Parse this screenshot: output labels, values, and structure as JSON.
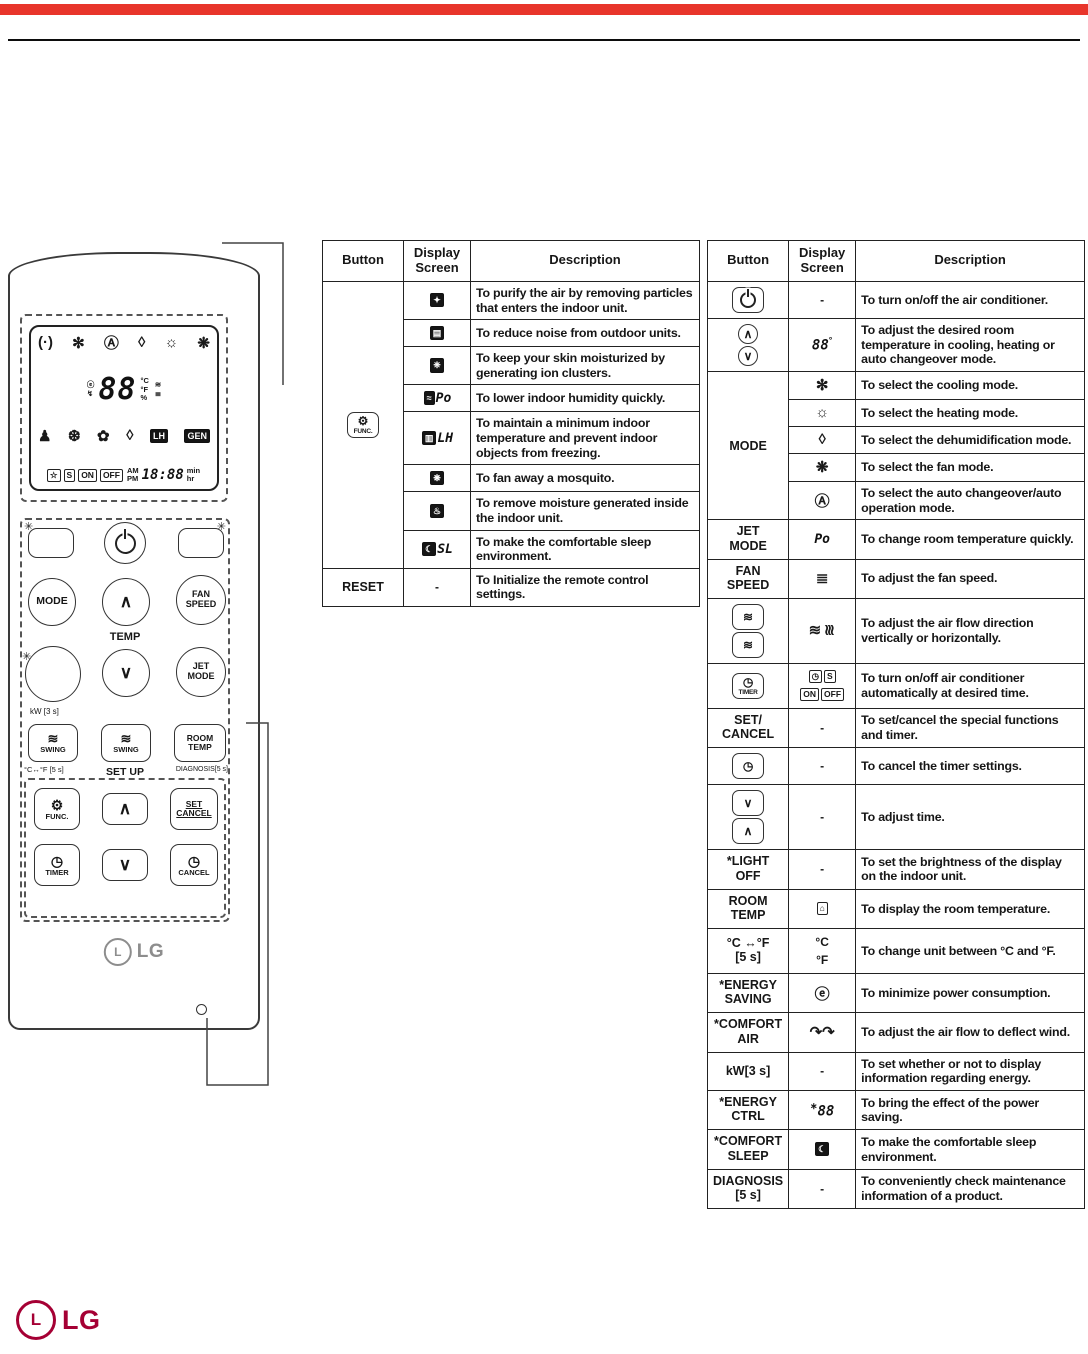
{
  "page": {
    "top_bar_color": "#e8352b",
    "brand_color": "#a50034",
    "logo_text": "LG",
    "logo_mark": "L"
  },
  "remote": {
    "labels": {
      "temp": "TEMP",
      "set_up": "SET UP",
      "kw": "kW [3 s]",
      "cf": "°C↔°F [5 s]",
      "diagnosis": "DIAGNOSIS[5 s]",
      "logo": "LG",
      "logo_mark": "L"
    },
    "keys": {
      "mode": "MODE",
      "fan_speed": "FAN\nSPEED",
      "jet_mode": "JET\nMODE",
      "swing": "SWING",
      "room_temp": "ROOM\nTEMP",
      "func": "FUNC.",
      "set_cancel": "SET\nCANCEL",
      "timer": "TIMER",
      "cancel": "CANCEL",
      "up": "∧",
      "down": "∨",
      "swing_icon": "≋",
      "func_icon": "⚙",
      "clock_icon": "◷",
      "asterisk": "✳"
    },
    "lcd": {
      "row1": [
        {
          "t": "glyph",
          "v": "(·)",
          "n": "air-purifier-icon"
        },
        {
          "t": "glyph",
          "v": "✻",
          "n": "cooling-mode-icon"
        },
        {
          "t": "glyph",
          "v": "Ⓐ",
          "n": "auto-mode-icon"
        },
        {
          "t": "glyph",
          "v": "◊",
          "n": "dehumidify-mode-icon"
        },
        {
          "t": "glyph",
          "v": "☼",
          "n": "heating-mode-icon"
        },
        {
          "t": "glyph",
          "v": "❋",
          "n": "fan-mode-icon"
        }
      ],
      "row2": [
        {
          "t": "stack",
          "v": "ⓔ|↯",
          "n": "energy-icons"
        },
        {
          "t": "segbig",
          "v": "88",
          "n": "temperature-digits"
        },
        {
          "t": "stack",
          "v": "°C|°F|%",
          "n": "unit-icons"
        },
        {
          "t": "stack",
          "v": "≋|≣",
          "n": "fan-level-icons"
        }
      ],
      "row3": [
        {
          "t": "glyph",
          "v": "♟",
          "n": "mosquito-icon"
        },
        {
          "t": "glyph",
          "v": "❆",
          "n": "frost-icon"
        },
        {
          "t": "glyph",
          "v": "✿",
          "n": "ion-icon"
        },
        {
          "t": "glyph",
          "v": "◊",
          "n": "drop-icon"
        },
        {
          "t": "boxdark",
          "v": "LH",
          "n": "lh-indicator"
        },
        {
          "t": "boxdark",
          "v": "GEN",
          "n": "gen-indicator"
        }
      ],
      "row4": [
        {
          "t": "box",
          "v": "☆",
          "n": "star-indicator"
        },
        {
          "t": "box",
          "v": "S",
          "n": "sleep-indicator"
        },
        {
          "t": "box",
          "v": "ON",
          "n": "timer-on-indicator"
        },
        {
          "t": "box",
          "v": "OFF",
          "n": "timer-off-indicator"
        },
        {
          "t": "stack",
          "v": "AM|PM",
          "n": "am-pm-indicator"
        },
        {
          "t": "segmid",
          "v": "18:88",
          "n": "clock-digits"
        },
        {
          "t": "stack",
          "v": "min|hr",
          "n": "min-hr-indicator"
        }
      ]
    }
  },
  "table_left": {
    "headers": [
      "Button",
      "Display\nScreen",
      "Description"
    ],
    "groups": [
      {
        "name": "func-button",
        "button": [
          {
            "t": "key",
            "v": "⚙",
            "sub": "FUNC.",
            "n": "func-gear-icon"
          }
        ],
        "rows": [
          {
            "display": [
              {
                "t": "boxdark",
                "v": "✦",
                "n": "air-purify-icon"
              }
            ],
            "desc": "To purify the air by removing particles that enters the indoor unit."
          },
          {
            "display": [
              {
                "t": "boxdark",
                "v": "▤",
                "n": "quiet-outdoor-icon"
              }
            ],
            "desc": "To reduce noise from outdoor units."
          },
          {
            "display": [
              {
                "t": "boxdark",
                "v": "❈",
                "n": "ion-moisturize-icon"
              }
            ],
            "desc": "To keep your skin moisturized by generating ion clusters."
          },
          {
            "display": [
              {
                "t": "boxdark",
                "v": "≈",
                "n": "dry-icon"
              },
              {
                "t": "seg",
                "v": "Po",
                "n": "po-indicator"
              }
            ],
            "desc": "To lower indoor humidity quickly."
          },
          {
            "display": [
              {
                "t": "boxdark",
                "v": "▥",
                "n": "low-heat-icon"
              },
              {
                "t": "seg",
                "v": "LH",
                "n": "lh-indicator"
              }
            ],
            "desc": "To maintain a minimum indoor temperature and prevent indoor objects from freezing."
          },
          {
            "display": [
              {
                "t": "boxdark",
                "v": "❋",
                "n": "mosquito-away-icon"
              }
            ],
            "desc": "To fan away a mosquito."
          },
          {
            "display": [
              {
                "t": "boxdark",
                "v": "♨",
                "n": "auto-dry-icon"
              }
            ],
            "desc": "To remove moisture generated inside the indoor unit."
          },
          {
            "display": [
              {
                "t": "boxdark",
                "v": "☾",
                "n": "comfort-sleep-icon"
              },
              {
                "t": "seg",
                "v": "SL",
                "n": "sl-indicator"
              }
            ],
            "desc": "To make the comfortable sleep environment."
          }
        ]
      },
      {
        "name": "reset-button",
        "button": [
          {
            "t": "btxt",
            "v": "RESET"
          }
        ],
        "rows": [
          {
            "display": [
              {
                "t": "text",
                "v": "-"
              }
            ],
            "desc": "To Initialize the remote control settings."
          }
        ]
      }
    ]
  },
  "table_right": {
    "headers": [
      "Button",
      "Display\nScreen",
      "Description"
    ],
    "groups": [
      {
        "name": "power-button",
        "button": [
          {
            "t": "keypwr",
            "n": "power-icon"
          }
        ],
        "rows": [
          {
            "display": [
              {
                "t": "text",
                "v": "-"
              }
            ],
            "desc": "To turn on/off the air conditioner."
          }
        ]
      },
      {
        "name": "temp-up-down-buttons",
        "button": [
          {
            "t": "keyr",
            "v": "∧",
            "n": "temp-up-icon"
          },
          {
            "t": "nl"
          },
          {
            "t": "keyr",
            "v": "∨",
            "n": "temp-down-icon"
          }
        ],
        "rows": [
          {
            "display": [
              {
                "t": "segmid",
                "v": "88",
                "n": "temperature-digits"
              },
              {
                "t": "sup",
                "v": "°"
              }
            ],
            "desc": "To adjust the desired room temperature in cooling, heating or auto changeover mode."
          }
        ]
      },
      {
        "name": "mode-button",
        "button": [
          {
            "t": "btxt",
            "v": "MODE"
          }
        ],
        "rows": [
          {
            "display": [
              {
                "t": "glyph",
                "v": "✻",
                "n": "cooling-mode-icon"
              }
            ],
            "desc": "To select the cooling mode."
          },
          {
            "display": [
              {
                "t": "glyph",
                "v": "☼",
                "n": "heating-mode-icon"
              }
            ],
            "desc": "To select the heating mode."
          },
          {
            "display": [
              {
                "t": "glyph",
                "v": "◊",
                "n": "dehumidification-mode-icon"
              }
            ],
            "desc": "To select the dehumidification mode."
          },
          {
            "display": [
              {
                "t": "glyph",
                "v": "❋",
                "n": "fan-mode-icon"
              }
            ],
            "desc": "To select the fan mode."
          },
          {
            "display": [
              {
                "t": "glyph",
                "v": "Ⓐ",
                "n": "auto-mode-icon"
              }
            ],
            "desc": "To select the auto changeover/auto operation mode."
          }
        ]
      },
      {
        "name": "jet-mode-button",
        "button": [
          {
            "t": "btxt",
            "v": "JET\nMODE"
          }
        ],
        "rows": [
          {
            "display": [
              {
                "t": "seg",
                "v": "Po",
                "n": "po-indicator"
              }
            ],
            "desc": "To change room temperature quickly."
          }
        ]
      },
      {
        "name": "fan-speed-button",
        "button": [
          {
            "t": "btxt",
            "v": "FAN\nSPEED"
          }
        ],
        "rows": [
          {
            "display": [
              {
                "t": "glyph",
                "v": "≣",
                "n": "fan-speed-bars-icon"
              }
            ],
            "desc": "To adjust the fan speed."
          }
        ]
      },
      {
        "name": "swing-buttons",
        "button": [
          {
            "t": "key",
            "v": "≋",
            "n": "swing-vertical-button-icon"
          },
          {
            "t": "key",
            "v": "≋",
            "n": "swing-horizontal-button-icon"
          }
        ],
        "rows": [
          {
            "display": [
              {
                "t": "glyph",
                "v": "≋",
                "n": "swing-vertical-icon"
              },
              {
                "t": "rot",
                "v": "≋",
                "n": "swing-horizontal-icon"
              }
            ],
            "desc": "To adjust the air flow direction vertically or horizontally."
          }
        ]
      },
      {
        "name": "timer-button",
        "button": [
          {
            "t": "key",
            "v": "◷",
            "sub": "TIMER",
            "n": "timer-clock-icon"
          }
        ],
        "rows": [
          {
            "display": [
              {
                "t": "box",
                "v": "◷",
                "n": "timer-clock-indicator"
              },
              {
                "t": "box",
                "v": "S",
                "n": "sleep-indicator"
              },
              {
                "t": "nl"
              },
              {
                "t": "box",
                "v": "ON",
                "n": "timer-on-indicator"
              },
              {
                "t": "box",
                "v": "OFF",
                "n": "timer-off-indicator"
              }
            ],
            "desc": "To turn on/off air conditioner automatically at desired time."
          }
        ]
      },
      {
        "name": "set-cancel-button",
        "button": [
          {
            "t": "btxt",
            "v": "SET/\nCANCEL"
          }
        ],
        "rows": [
          {
            "display": [
              {
                "t": "text",
                "v": "-"
              }
            ],
            "desc": "To set/cancel the special functions and timer."
          }
        ]
      },
      {
        "name": "cancel-button",
        "button": [
          {
            "t": "key",
            "v": "◷",
            "n": "cancel-clock-icon"
          }
        ],
        "rows": [
          {
            "display": [
              {
                "t": "text",
                "v": "-"
              }
            ],
            "desc": "To cancel the timer settings."
          }
        ]
      },
      {
        "name": "time-adjust-buttons",
        "button": [
          {
            "t": "key",
            "v": "∨",
            "n": "time-down-icon"
          },
          {
            "t": "key",
            "v": "∧",
            "n": "time-up-icon"
          }
        ],
        "rows": [
          {
            "display": [
              {
                "t": "text",
                "v": "-"
              }
            ],
            "desc": "To adjust time."
          }
        ]
      },
      {
        "name": "light-off-button",
        "button": [
          {
            "t": "btxt",
            "v": "*LIGHT\nOFF"
          }
        ],
        "rows": [
          {
            "display": [
              {
                "t": "text",
                "v": "-"
              }
            ],
            "desc": "To set the brightness of the display on the indoor unit."
          }
        ]
      },
      {
        "name": "room-temp-button",
        "button": [
          {
            "t": "btxt",
            "v": "ROOM\nTEMP"
          }
        ],
        "rows": [
          {
            "display": [
              {
                "t": "box",
                "v": "⌂",
                "n": "room-temp-display-icon"
              }
            ],
            "desc": "To display the room temperature."
          }
        ]
      },
      {
        "name": "c-f-button",
        "button": [
          {
            "t": "btxt",
            "v": "°C ↔°F\n[5 s]"
          }
        ],
        "rows": [
          {
            "display": [
              {
                "t": "text",
                "v": "°C"
              },
              {
                "t": "nl"
              },
              {
                "t": "text",
                "v": "°F"
              }
            ],
            "desc": "To change unit between °C and °F."
          }
        ]
      },
      {
        "name": "energy-saving-button",
        "button": [
          {
            "t": "btxt",
            "v": "*ENERGY\nSAVING"
          }
        ],
        "rows": [
          {
            "display": [
              {
                "t": "glyph",
                "v": "ⓔ",
                "n": "energy-saving-icon"
              }
            ],
            "desc": "To minimize power consumption."
          }
        ]
      },
      {
        "name": "comfort-air-button",
        "button": [
          {
            "t": "btxt",
            "v": "*COMFORT\nAIR"
          }
        ],
        "rows": [
          {
            "display": [
              {
                "t": "glyph",
                "v": "↷↷",
                "n": "comfort-air-icon"
              }
            ],
            "desc": "To adjust the air flow to deflect wind."
          }
        ]
      },
      {
        "name": "kw-button",
        "button": [
          {
            "t": "btxt",
            "v": "kW[3 s]"
          }
        ],
        "rows": [
          {
            "display": [
              {
                "t": "text",
                "v": "-"
              }
            ],
            "desc": "To set whether or not to display information regarding energy."
          }
        ]
      },
      {
        "name": "energy-ctrl-button",
        "button": [
          {
            "t": "btxt",
            "v": "*ENERGY\nCTRL"
          }
        ],
        "rows": [
          {
            "display": [
              {
                "t": "sup",
                "v": "∗"
              },
              {
                "t": "segmid",
                "v": "88",
                "n": "energy-digits"
              }
            ],
            "desc": "To bring the effect of the power saving."
          }
        ]
      },
      {
        "name": "comfort-sleep-button",
        "button": [
          {
            "t": "btxt",
            "v": "*COMFORT\nSLEEP"
          }
        ],
        "rows": [
          {
            "display": [
              {
                "t": "boxdark",
                "v": "☾",
                "n": "comfort-sleep-icon"
              }
            ],
            "desc": "To make the comfortable sleep environment."
          }
        ]
      },
      {
        "name": "diagnosis-button",
        "button": [
          {
            "t": "btxt",
            "v": "DIAGNOSIS\n[5 s]"
          }
        ],
        "rows": [
          {
            "display": [
              {
                "t": "text",
                "v": "-"
              }
            ],
            "desc": "To conveniently check maintenance information of a product."
          }
        ]
      }
    ]
  }
}
